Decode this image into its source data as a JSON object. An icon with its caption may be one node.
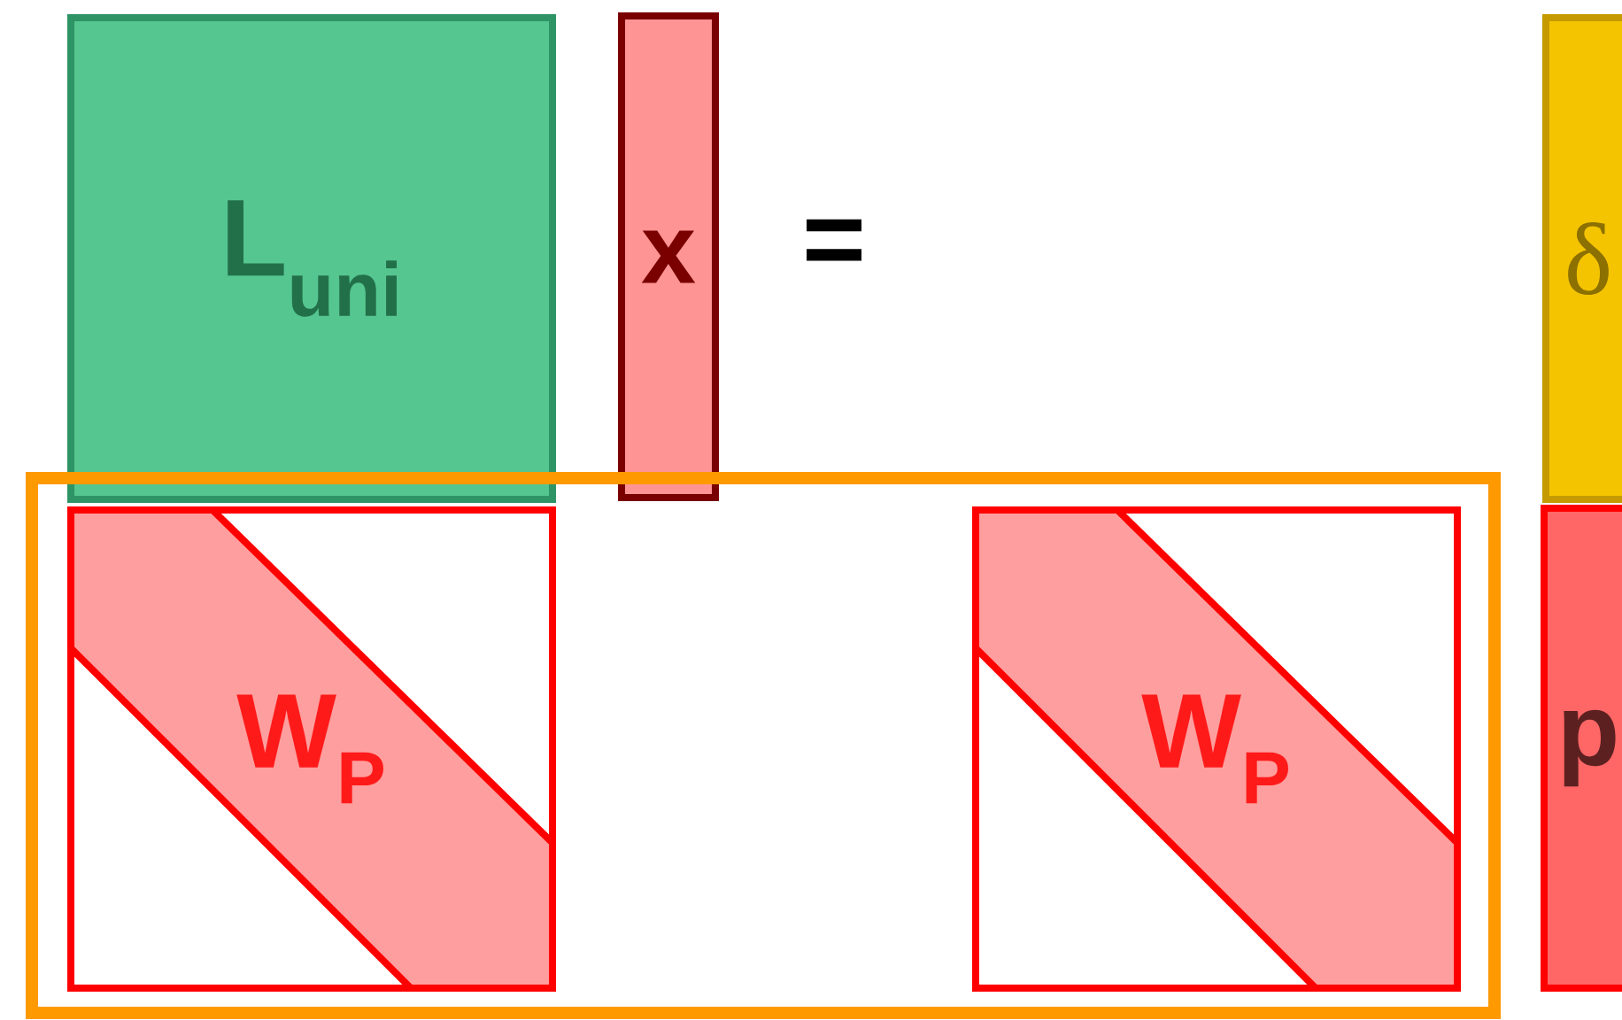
{
  "diagram": {
    "nodes": [
      {
        "text": [
          "L$_{uni}$"
        ]
      },
      {
        "text": [
          "x"
        ]
      },
      {
        "text": [
          "δ"
        ]
      },
      {
        "text": [],
        "shape": "box"
      },
      {
        "text": [
          "W$_{P}$"
        ],
        "in": 3
      },
      {
        "text": [
          "W$_{P}$"
        ],
        "in": 3
      },
      {
        "text": [
          "p"
        ]
      }
    ],
    "labels": [
      "="
    ]
  }
}
